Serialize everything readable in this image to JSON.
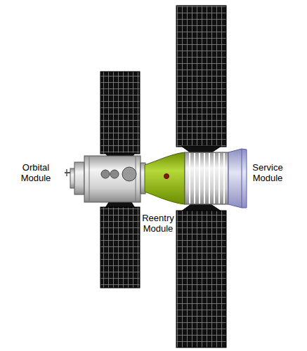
{
  "diagram": {
    "labels": [
      "Orbital Module",
      "Service Module",
      "Reentry Module"
    ]
  }
}
